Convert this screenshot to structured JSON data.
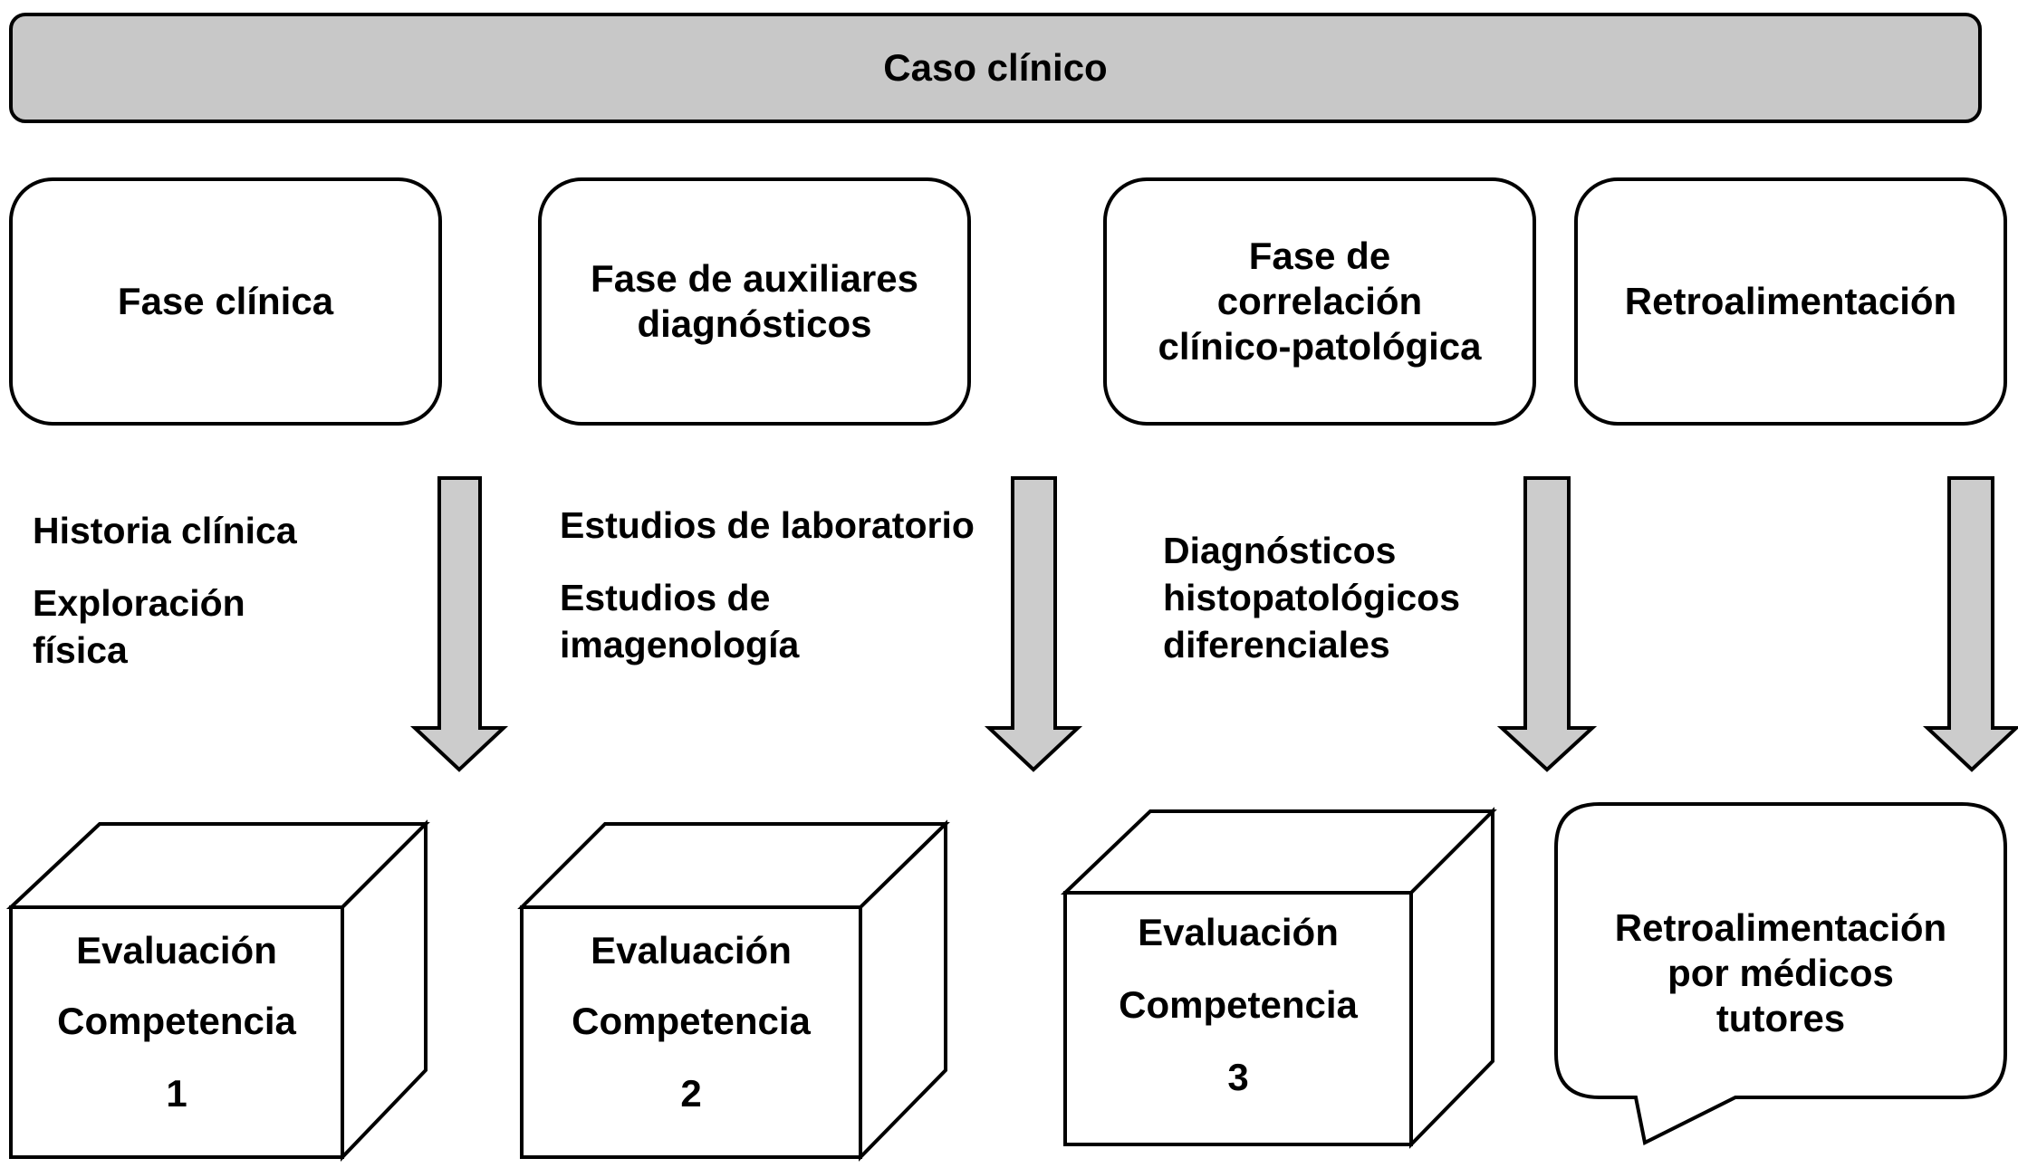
{
  "header": {
    "title": "Caso clínico"
  },
  "phases": [
    {
      "label": "Fase clínica"
    },
    {
      "label": "Fase de auxiliares\ndiagnósticos"
    },
    {
      "label": "Fase de\ncorrelación\nclínico-patológica"
    },
    {
      "label": "Retroalimentación"
    }
  ],
  "activities": [
    {
      "items": [
        "Historia clínica",
        "Exploración\nfísica"
      ]
    },
    {
      "items": [
        "Estudios de laboratorio",
        "Estudios de\nimagenología"
      ]
    },
    {
      "items": [
        "Diagnósticos\nhistopatológicos\ndiferenciales"
      ]
    }
  ],
  "evaluations": [
    {
      "line1": "Evaluación",
      "line2": "Competencia",
      "number": "1"
    },
    {
      "line1": "Evaluación",
      "line2": "Competencia",
      "number": "2"
    },
    {
      "line1": "Evaluación",
      "line2": "Competencia",
      "number": "3"
    }
  ],
  "feedback": {
    "label": "Retroalimentación\npor médicos\ntutores"
  },
  "colors": {
    "header_fill": "#c8c8c8",
    "arrow_fill": "#cccccc",
    "stroke": "#000000"
  }
}
